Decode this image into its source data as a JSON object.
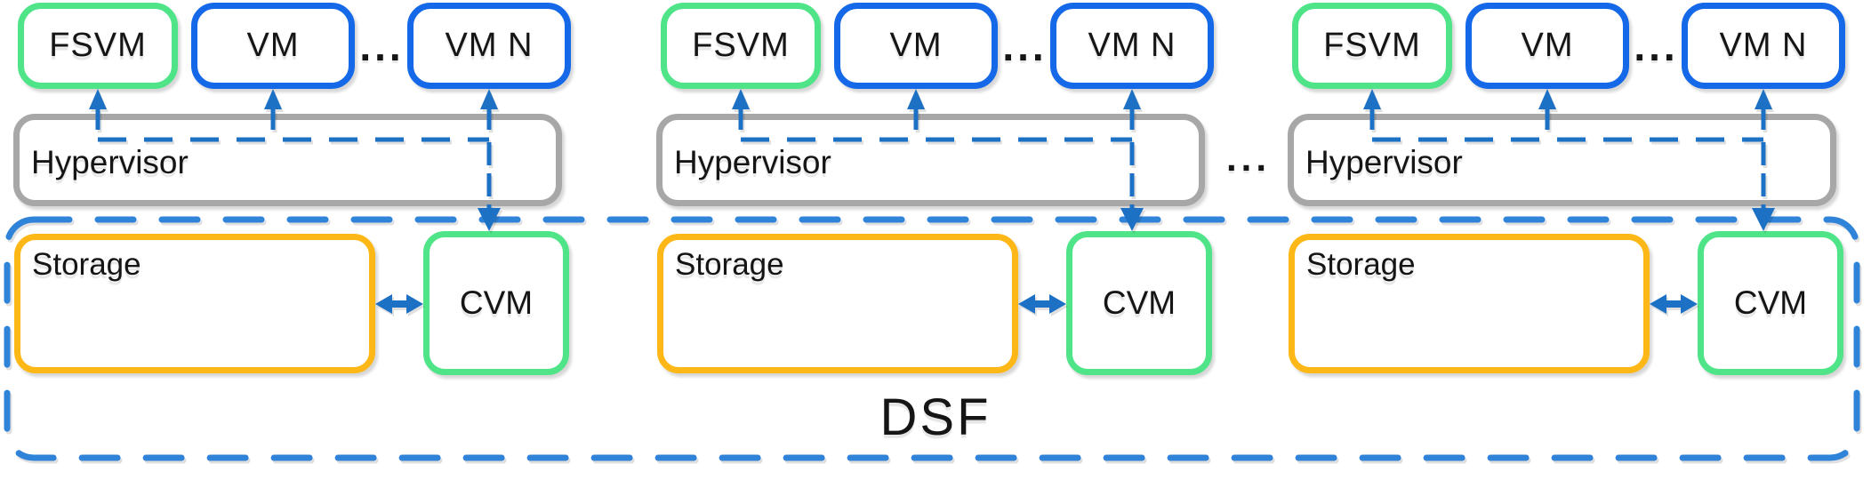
{
  "colors": {
    "blue": "#1569e8",
    "green": "#4ee487",
    "gray": "#a7a7a7",
    "orange": "#fdb817",
    "arrow": "#1d71c4",
    "dash": "#2f83d9",
    "text": "#151515"
  },
  "dsf": {
    "label": "DSF"
  },
  "host_separator_ellipsis": "...",
  "groups": [
    {
      "fsvm_label": "FSVM",
      "vm_label": "VM",
      "ellipsis": "...",
      "vmn_label": "VM N",
      "hypervisor_label": "Hypervisor",
      "storage_label": "Storage",
      "cvm_label": "CVM"
    },
    {
      "fsvm_label": "FSVM",
      "vm_label": "VM",
      "ellipsis": "...",
      "vmn_label": "VM N",
      "hypervisor_label": "Hypervisor",
      "storage_label": "Storage",
      "cvm_label": "CVM"
    },
    {
      "fsvm_label": "FSVM",
      "vm_label": "VM",
      "ellipsis": "...",
      "vmn_label": "VM N",
      "hypervisor_label": "Hypervisor",
      "storage_label": "Storage",
      "cvm_label": "CVM"
    }
  ]
}
